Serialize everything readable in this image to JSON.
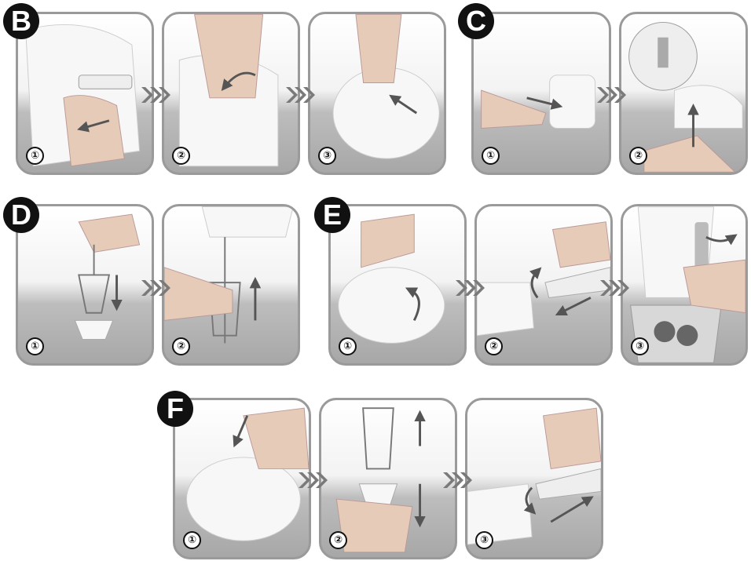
{
  "sections": [
    {
      "letter": "B",
      "steps": [
        "①",
        "②",
        "③"
      ]
    },
    {
      "letter": "C",
      "steps": [
        "①",
        "②"
      ]
    },
    {
      "letter": "D",
      "steps": [
        "①",
        "②"
      ]
    },
    {
      "letter": "E",
      "steps": [
        "①",
        "②",
        "③"
      ]
    },
    {
      "letter": "F",
      "steps": [
        "①",
        "②",
        "③"
      ]
    }
  ],
  "colors": {
    "badge": "#111111",
    "panel_border": "#9a9a9a",
    "chevron": "#7a7a7a",
    "arrow": "#555555"
  }
}
